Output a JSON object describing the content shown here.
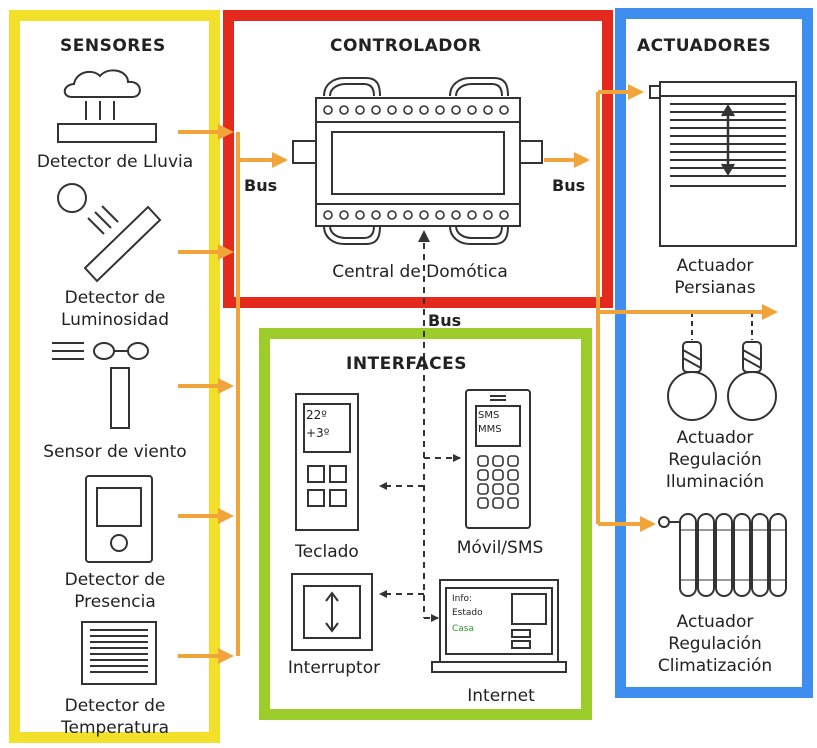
{
  "sections": {
    "sensores": "SENSORES",
    "controlador": "CONTROLADOR",
    "actuadores": "ACTUADORES",
    "interfaces": "INTERFACES"
  },
  "sensors": {
    "lluvia": "Detector de Lluvia",
    "luminosidad_1": "Detector de",
    "luminosidad_2": "Luminosidad",
    "viento": "Sensor de viento",
    "presencia_1": "Detector de",
    "presencia_2": "Presencia",
    "temperatura_1": "Detector de",
    "temperatura_2": "Temperatura"
  },
  "controller": {
    "central": "Central de Domótica",
    "bus_left": "Bus",
    "bus_right": "Bus",
    "bus_bottom": "Bus"
  },
  "interfaces": {
    "teclado": "Teclado",
    "movil": "Móvil/SMS",
    "interruptor": "Interruptor",
    "internet": "Internet",
    "teclado_screen_1": "22º",
    "teclado_screen_2": "+3º",
    "phone_screen_1": "SMS",
    "phone_screen_2": "MMS",
    "pc_screen_1": "Info:",
    "pc_screen_2": "Estado",
    "pc_screen_3": "Casa"
  },
  "actuators": {
    "persianas_1": "Actuador",
    "persianas_2": "Persianas",
    "iluminacion_1": "Actuador",
    "iluminacion_2": "Regulación",
    "iluminacion_3": "Iluminación",
    "climatizacion_1": "Actuador",
    "climatizacion_2": "Regulación",
    "climatizacion_3": "Climatización"
  },
  "colors": {
    "sensores_border": "#f2e02a",
    "controlador_border": "#e32a1c",
    "actuadores_border": "#3e8ef0",
    "interfaces_border": "#9ccd2a",
    "arrow": "#f0a43a"
  }
}
